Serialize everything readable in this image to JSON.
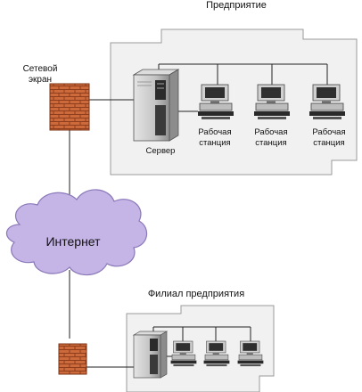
{
  "diagram": {
    "enterprise_title": "Предприятие",
    "firewall_label_line1": "Сетевой",
    "firewall_label_line2": "экран",
    "server_label": "Сервер",
    "workstations": [
      {
        "line1": "Рабочая",
        "line2": "станция"
      },
      {
        "line1": "Рабочая",
        "line2": "станция"
      },
      {
        "line1": "Рабочая",
        "line2": "станция"
      }
    ],
    "internet_label": "Интернет",
    "branch_title": "Филиал предприятия"
  },
  "colors": {
    "building_fill": "#f1f1f1",
    "building_stroke": "#9a9a9a",
    "cloud_fill": "#c5b4e6",
    "cloud_stroke": "#8a78b8",
    "brick": "#cd6a3c",
    "mortar": "#a24a25",
    "server_body": "#c9c9c9",
    "line": "#222222"
  }
}
